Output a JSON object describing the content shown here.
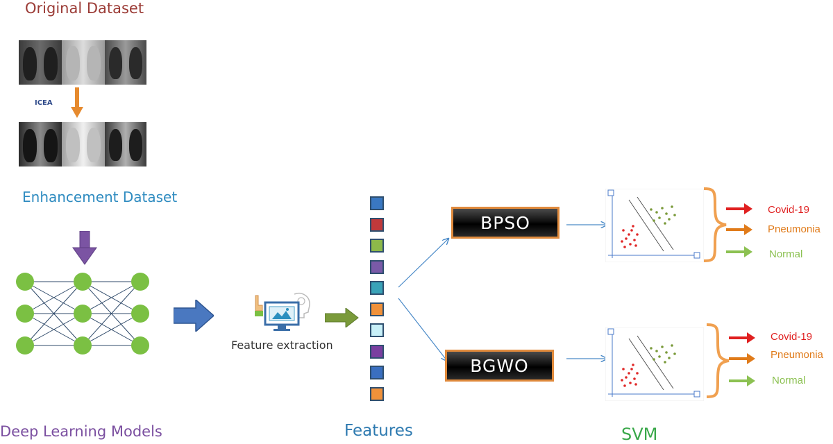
{
  "labels": {
    "original_dataset": "Original Dataset",
    "icea": "ICEA",
    "enhancement_dataset": "Enhancement Dataset",
    "deep_learning_models": "Deep Learning Models",
    "feature_extraction": "Feature extraction",
    "features": "Features",
    "svm": "SVM"
  },
  "optimizers": [
    {
      "label": "BPSO"
    },
    {
      "label": "BGWO"
    }
  ],
  "outputs_top": [
    {
      "label": "Covid-19",
      "color": "#e02020"
    },
    {
      "label": "Pneumonia",
      "color": "#e07b1a"
    },
    {
      "label": "Normal",
      "color": "#8cc152"
    }
  ],
  "outputs_bottom": [
    {
      "label": "Covid-19",
      "color": "#e02020"
    },
    {
      "label": "Pneumonia",
      "color": "#e07b1a"
    },
    {
      "label": "Normal",
      "color": "#8cc152"
    }
  ],
  "feature_colors": [
    "#3a78c2",
    "#c0393b",
    "#8db94a",
    "#7a5aa8",
    "#3aa3b8",
    "#f0913a",
    "#c8f0f8",
    "#7a3fa0",
    "#3a6fc0",
    "#f0913a"
  ],
  "colors": {
    "original_title": "#9b3b36",
    "enhancement_title": "#2e8bc0",
    "deep_title": "#7b4fa0",
    "features_title": "#2e7ab0",
    "svm_title": "#3aa84a",
    "neuron": "#7bc043",
    "arrow_blue": "#4472c4",
    "arrow_green": "#7a9a3a",
    "arrow_purple": "#7b54a3",
    "arrow_orange": "#e68a2e"
  }
}
